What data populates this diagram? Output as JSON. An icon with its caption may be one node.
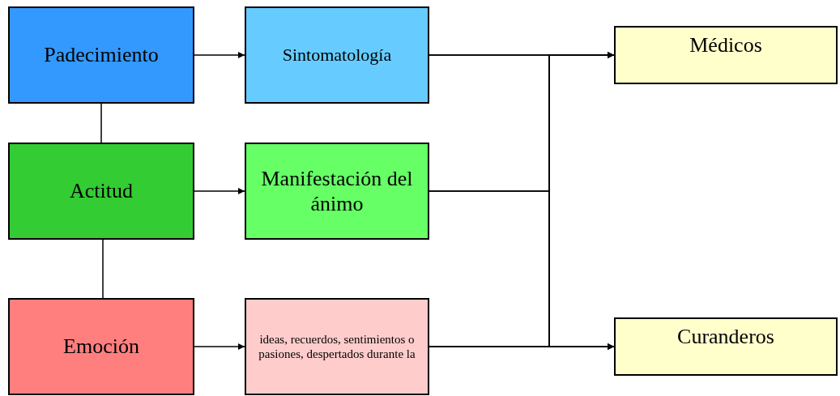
{
  "diagram": {
    "nodes": [
      {
        "text": [
          "Padecimiento"
        ]
      },
      {
        "text": [
          "Sintomatología"
        ]
      },
      {
        "text": [
          "Médicos"
        ]
      },
      {
        "text": [
          "Actitud"
        ]
      },
      {
        "text": [
          "Manifestación del ánimo"
        ]
      },
      {
        "text": [
          "Emoción"
        ]
      },
      {
        "text": [
          "ideas, recuerdos, sentimientos o pasiones, despertados durante la"
        ]
      },
      {
        "text": [
          "Curanderos"
        ]
      }
    ],
    "edges": [
      {
        "from": 0,
        "to": 1,
        "arrow": "to"
      },
      {
        "from": 3,
        "to": 4,
        "arrow": "to"
      },
      {
        "from": 5,
        "to": 6,
        "arrow": "to"
      },
      {
        "from": 0,
        "to": 3,
        "arrow": "none"
      },
      {
        "from": 3,
        "to": 5,
        "arrow": "none"
      },
      {
        "from": 1,
        "to": 2,
        "arrow": "to"
      },
      {
        "from": 1,
        "to": 7,
        "arrow": "to"
      },
      {
        "from": 4,
        "to": 2,
        "arrow": "to"
      },
      {
        "from": 4,
        "to": 7,
        "arrow": "to"
      },
      {
        "from": 6,
        "to": 2,
        "arrow": "to"
      },
      {
        "from": 6,
        "to": 7,
        "arrow": "to"
      }
    ]
  }
}
